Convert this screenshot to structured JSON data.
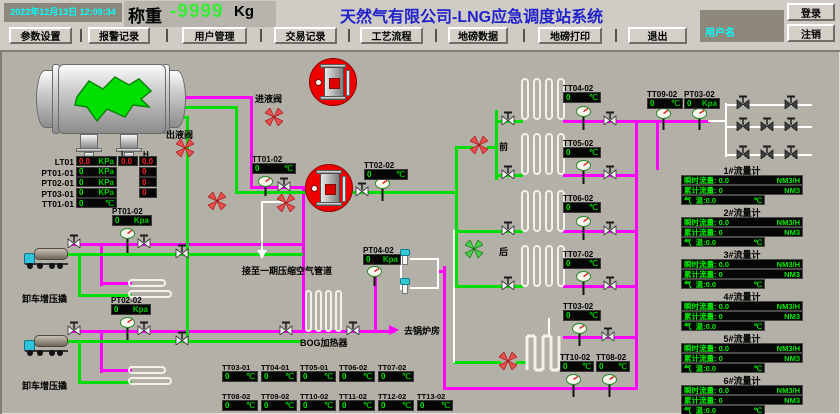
{
  "header": {
    "datetime": "2022年12月13日 12:09:34",
    "weigh": {
      "label": "称重",
      "value": "-9999",
      "unit": "Kg"
    },
    "title": "天然气有限公司-LNG应急调度站系统",
    "username_label": "用户名",
    "login_label": "登录",
    "logout_label": "注销"
  },
  "menu": {
    "items": [
      "参数设置",
      "报警记录",
      "用户管理",
      "交易记录",
      "工艺流程",
      "地磅数据",
      "地磅打印",
      "退出"
    ]
  },
  "colors": {
    "pipe_magenta": "#ff00ff",
    "pipe_green": "#00dd00",
    "pipe_white": "#ffffff",
    "value_green": "#00ee00",
    "alarm_red": "#ff2020",
    "title_blue": "#2222cc",
    "cyan": "#00ffff"
  },
  "tank_panel": {
    "col_l": "L",
    "col_h": "H",
    "rows": [
      {
        "tag": "LT01",
        "value": "0.0",
        "unit": "KPa",
        "l": "0.0",
        "h": "0.0",
        "alarm": true
      },
      {
        "tag": "PT01-01",
        "value": "0",
        "unit": "KPa",
        "l": "",
        "h": "0",
        "alarm": false
      },
      {
        "tag": "PT02-01",
        "value": "0",
        "unit": "KPa",
        "l": "",
        "h": "0",
        "alarm": false
      },
      {
        "tag": "PT03-01",
        "value": "0",
        "unit": "KPa",
        "l": "",
        "h": "0",
        "alarm": false
      },
      {
        "tag": "TT01-01",
        "value": "0",
        "unit": "℃",
        "l": "",
        "h": "",
        "alarm": false
      }
    ]
  },
  "labels": {
    "outlet_valve": "出液阀",
    "inlet_valve": "进液阀",
    "truck1": "卸车增压撬",
    "truck2": "卸车增压撬",
    "compressed_air": "接至一期压缩空气管道",
    "bog_heater": "BOG加热器",
    "to_boiler": "去锅炉房",
    "front": "前",
    "rear": "后"
  },
  "points": {
    "pt01_02": {
      "tag": "PT01-02",
      "value": "0",
      "unit": "Kpa"
    },
    "pt02_02": {
      "tag": "PT02-02",
      "value": "0",
      "unit": "Kpa"
    },
    "tt01_02": {
      "tag": "TT01-02",
      "value": "0",
      "unit": "℃"
    },
    "tt02_02": {
      "tag": "TT02-02",
      "value": "0",
      "unit": "℃"
    },
    "pt04_02": {
      "tag": "PT04-02",
      "value": "0",
      "unit": "Kpa"
    },
    "tt04_02": {
      "tag": "TT04-02",
      "value": "0",
      "unit": "℃"
    },
    "tt05_02": {
      "tag": "TT05-02",
      "value": "0",
      "unit": "℃"
    },
    "tt06_02": {
      "tag": "TT06-02",
      "value": "0",
      "unit": "℃"
    },
    "tt07_02": {
      "tag": "TT07-02",
      "value": "0",
      "unit": "℃"
    },
    "tt03_02": {
      "tag": "TT03-02",
      "value": "0",
      "unit": "℃"
    },
    "tt09_02": {
      "tag": "TT09-02",
      "value": "0",
      "unit": "℃"
    },
    "pt03_02": {
      "tag": "PT03-02",
      "value": "0",
      "unit": "Kpa"
    },
    "tt10_02b": {
      "tag": "TT10-02",
      "value": "0",
      "unit": "℃"
    },
    "tt08_02b": {
      "tag": "TT08-02",
      "value": "0",
      "unit": "℃"
    }
  },
  "bottom_rows": {
    "row1": [
      {
        "tag": "TT03-01",
        "value": "0",
        "unit": "℃"
      },
      {
        "tag": "TT04-01",
        "value": "0",
        "unit": "℃"
      },
      {
        "tag": "TT05-01",
        "value": "0",
        "unit": "℃"
      },
      {
        "tag": "TT06-02",
        "value": "0",
        "unit": "℃"
      },
      {
        "tag": "TT07-02",
        "value": "0",
        "unit": "℃"
      }
    ],
    "row2": [
      {
        "tag": "TT08-02",
        "value": "0",
        "unit": "℃"
      },
      {
        "tag": "TT09-02",
        "value": "0",
        "unit": "℃"
      },
      {
        "tag": "TT10-02",
        "value": "0",
        "unit": "℃"
      },
      {
        "tag": "TT11-02",
        "value": "0",
        "unit": "℃"
      },
      {
        "tag": "TT12-02",
        "value": "0",
        "unit": "℃"
      },
      {
        "tag": "TT13-02",
        "value": "0",
        "unit": "℃"
      }
    ]
  },
  "flow_meters": {
    "inst_label": "瞬时流量:",
    "inst_unit": "NM3/H",
    "total_label": "累计流量:",
    "total_unit": "NM3",
    "temp_label": "气  温:",
    "temp_unit": "℃",
    "items": [
      {
        "name": "1#流量计",
        "inst": "0.0",
        "total": "0",
        "temp": "0.0"
      },
      {
        "name": "2#流量计",
        "inst": "0.0",
        "total": "0",
        "temp": "0.0"
      },
      {
        "name": "3#流量计",
        "inst": "0.0",
        "total": "0",
        "temp": "0.0"
      },
      {
        "name": "4#流量计",
        "inst": "0.0",
        "total": "0",
        "temp": "0.0"
      },
      {
        "name": "5#流量计",
        "inst": "0.0",
        "total": "0",
        "temp": "0.0"
      },
      {
        "name": "6#流量计",
        "inst": "0.0",
        "total": "0",
        "temp": "0.0"
      }
    ]
  }
}
